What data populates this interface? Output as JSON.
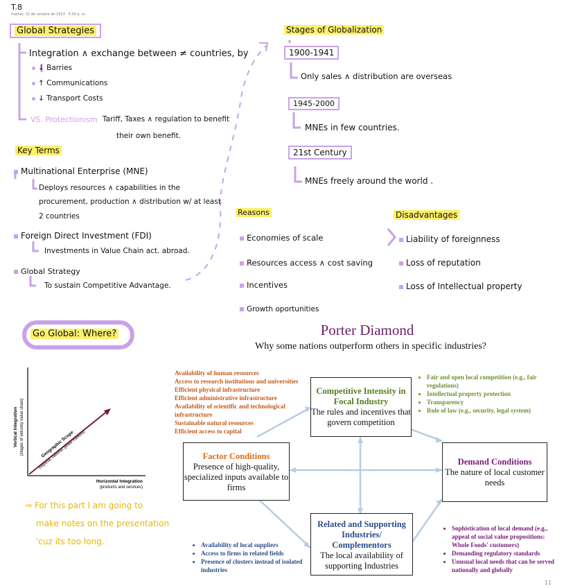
{
  "header": {
    "page_label": "T.8",
    "date": "martes, 31 de octubre de 2023",
    "time": "5:30 p. m.",
    "page_number": "11"
  },
  "global_strategies": {
    "title": "Global Strategies",
    "integration": "Integration ∧ exchange between ≠ countries, by",
    "bullets": [
      "↓ Barries",
      "↑ Communications",
      "↓ Transport Costs"
    ],
    "vs": "VS. Protectionism",
    "tariff_line1": "Tariff, Taxes ∧ regulation to benefit",
    "tariff_line2": "their own benefit."
  },
  "key_terms": {
    "title": "Key Terms",
    "mne": "Multinational Enterprise (MNE)",
    "mne_def1": "Deploys resources ∧ capabilities in the",
    "mne_def2": "procurement, production ∧ distribution w/ at least",
    "mne_def3": "2 countries",
    "fdi": "Foreign Direct Investment (FDI)",
    "fdi_def": "Investments in Value Chain act. abroad.",
    "gs": "Global Strategy",
    "gs_def": "To sustain Competitive Advantage."
  },
  "stages": {
    "title": "Stages of Globalization",
    "s1": "1900-1941",
    "s1_text": "Only sales ∧ distribution are overseas",
    "s2": "1945-2000",
    "s2_text": "MNEs in few countries.",
    "s3": "21st Century",
    "s3_text": "MNEs freely around the world ."
  },
  "reasons": {
    "title": "Reasons",
    "items": [
      "Economies of scale",
      "Resources access ∧ cost saving",
      "Incentives",
      "Growth oportunities"
    ]
  },
  "disadvantages": {
    "title": "Disadvantages",
    "items": [
      "Liability of foreignness",
      "Loss of reputation",
      "Loss of Intellectual property"
    ]
  },
  "go_global": {
    "title": "Go Global: Where?"
  },
  "scope_chart": {
    "y_label": "Vertical Integration",
    "y_sub": "(stages of industry value chain)",
    "x_label": "Horizontal Integration",
    "x_sub": "(products and services)",
    "diag_label": "Geographic Scope",
    "diag_sub": "(regional, national, global markets)"
  },
  "note": {
    "line1": "⇒ For this part I am going to",
    "line2": "make notes on the presentation",
    "line3": "'cuz its too long."
  },
  "porter": {
    "title": "Porter Diamond",
    "subtitle": "Why some nations outperform others in specific industries?",
    "competitive": {
      "h": "Competitive Intensity in Focal Industry",
      "b": "The rules and incentives that govern competition"
    },
    "factor": {
      "h": "Factor Conditions",
      "b": "Presence of high-quality, specialized inputs available to firms"
    },
    "demand": {
      "h": "Demand Conditions",
      "b": "The nature of local customer needs"
    },
    "related": {
      "h": "Related and Supporting Industries/ Complementors",
      "b": "The local availability of supporting Industries"
    },
    "factor_list": [
      "Availability of human resources",
      "Access to research institutions and universities",
      "Efficient physical infrastructure",
      "Efficient administrative infrastructure",
      "Availability of scientific and technological infrastructure",
      "Sustainable natural resources",
      "Efficient access to capital"
    ],
    "competitive_list": [
      "Fair and open local competition (e.g., fair regulations)",
      "Intellectual property protection",
      "Transparency",
      "Rule of law (e.g., security, legal system)"
    ],
    "demand_list": [
      "Sophistication of local demand (e.g., appeal of social value propositions: Whole Foods' customers)",
      "Demanding regulatory standards",
      "Unusual local needs that can be served nationally and globally"
    ],
    "related_list": [
      "Availability of local suppliers",
      "Access to firms in related fields",
      "Presence of clusters instead of isolated industries"
    ]
  }
}
